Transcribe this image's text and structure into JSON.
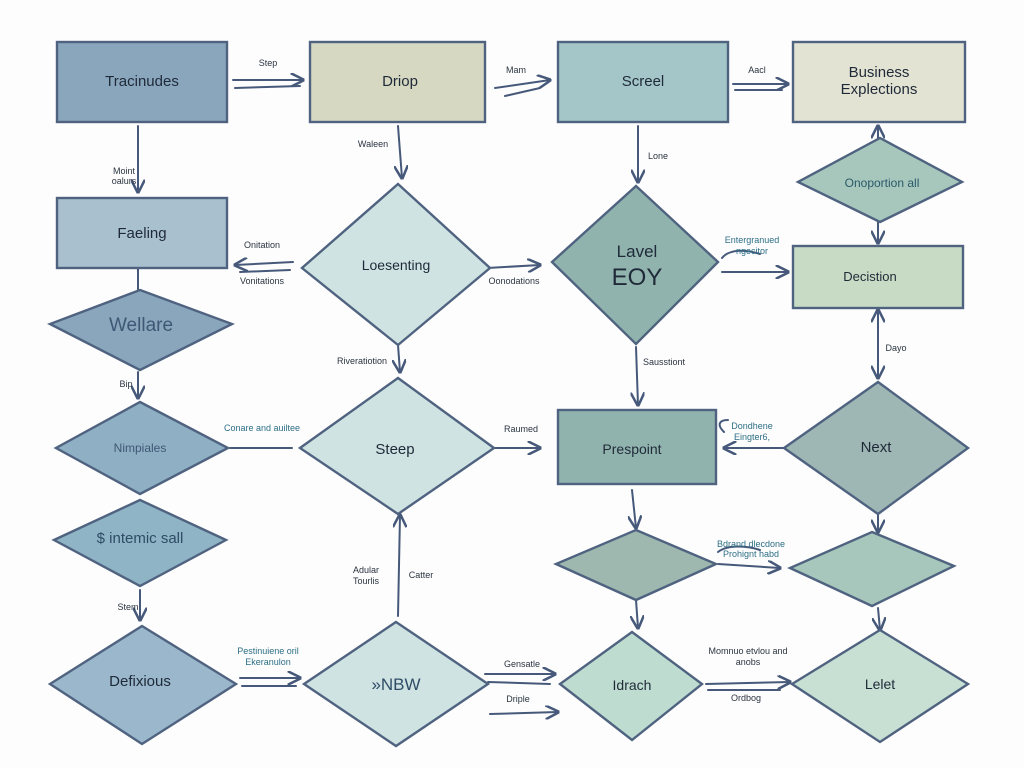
{
  "colors": {
    "stroke": "#4f6380",
    "blue": "#8aa6bd",
    "lightblue": "#a9c0cf",
    "teal": "#a4c6c8",
    "paleteal": "#cfe3e3",
    "tan": "#d6d8c2",
    "cream": "#e3e3d4",
    "green": "#c8dcc5",
    "seafoam": "#a7c7bc",
    "mint": "#bedcd0",
    "darkteal": "#91b3ae",
    "grayteal": "#9eb6b4"
  },
  "nodes": {
    "tracinudes": "Tracinudes",
    "driop": "Driop",
    "screel": "Screel",
    "business_1": "Business",
    "business_2": "Explections",
    "faeling": "Faeling",
    "loesenting": "Loesenting",
    "lavel_1": "Lavel",
    "lavel_2": "EOY",
    "oporation": "Onoportion all",
    "decistion": "Decistion",
    "wellare": "Wellare",
    "nimpiales": "Nimpiales",
    "steep": "Steep",
    "prespoint": "Prespoint",
    "next": "Next",
    "intemic": "$ intemic sall",
    "diamond_mid_center": "",
    "diamond_mid_right": "",
    "defixious": "Defixious",
    "new": "»NBW",
    "idrach": "Idrach",
    "lelet": "Lelet"
  },
  "edge_labels": {
    "step": "Step",
    "main": "Mam",
    "aad": "Aacl",
    "waleen": "Waleen",
    "lone": "Lone",
    "moint_1": "Moint",
    "moint_2": "oalurs",
    "onitation": "Onitation",
    "vonitations": "Vonitations",
    "conduations": "Oonodations",
    "entrgrancd_1": "Entergranued",
    "entrgrancd_2": "ngecitor",
    "riverstation": "Riveratiotion",
    "sauestiont": "Sausstiont",
    "dayo": "Dayo",
    "bip": "Bip",
    "comcs": "Conare and auiltee",
    "raumed": "Raumed",
    "dorreshene_1": "Dondhene",
    "dorreshene_2": "Eingter6,",
    "adular_1": "Adular",
    "adular_2": "Tourlis",
    "catter": "Catter",
    "bdrand_1": "Bdrand dlecdone",
    "bdrand_2": "Prohignt habd",
    "stem": "Stem",
    "pesrisulbous_1": "Pestinuiene oril",
    "pesrisulbous_2": "Ekeranulon",
    "gensatle": "Gensatle",
    "driple": "Driple",
    "monnce_1": "Momnuo etvlou and",
    "monnce_2": "anobs",
    "ordbog": "Ordbog"
  }
}
